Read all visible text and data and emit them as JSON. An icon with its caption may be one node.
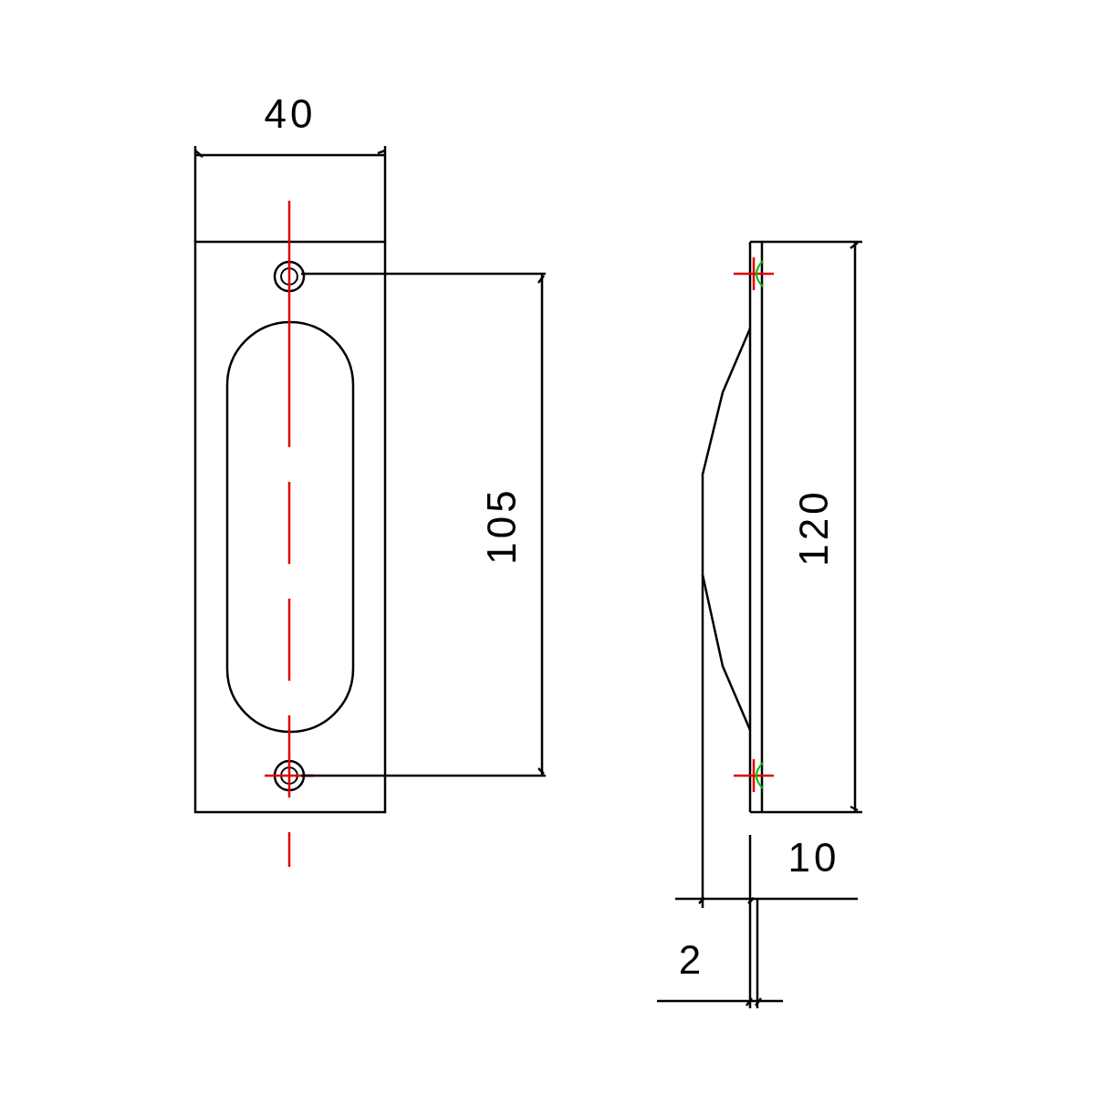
{
  "diagram": {
    "labels": [
      "40",
      "105",
      "120",
      "10",
      "2"
    ]
  }
}
